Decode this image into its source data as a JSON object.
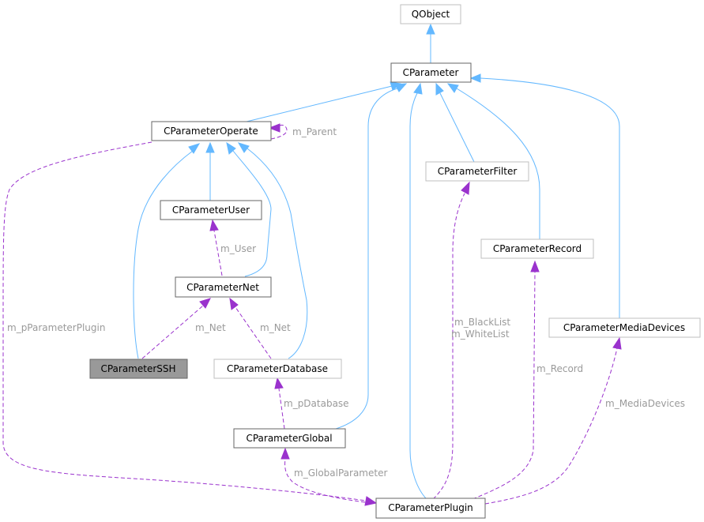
{
  "colors": {
    "inheritance_edge": "#63b8ff",
    "usage_edge": "#9a32cd",
    "label_text": "#9a9a9a",
    "node_border_documented": "#666666",
    "node_border_external": "#bfbfbf",
    "highlighted_node_fill": "#999999"
  },
  "nodes": {
    "qobject": "QObject",
    "cparameter": "CParameter",
    "cparameter_operate": "CParameterOperate",
    "cparameter_user": "CParameterUser",
    "cparameter_net": "CParameterNet",
    "cparameter_ssh": "CParameterSSH",
    "cparameter_database": "CParameterDatabase",
    "cparameter_global": "CParameterGlobal",
    "cparameter_plugin": "CParameterPlugin",
    "cparameter_filter": "CParameterFilter",
    "cparameter_record": "CParameterRecord",
    "cparameter_media_devices": "CParameterMediaDevices"
  },
  "labels": {
    "m_parent": "m_Parent",
    "m_user": "m_User",
    "m_net_ssh": "m_Net",
    "m_net_database": "m_Net",
    "m_pdatabase": "m_pDatabase",
    "m_global_parameter": "m_GlobalParameter",
    "m_pparameter_plugin": "m_pParameterPlugin",
    "m_blacklist": "m_BlackList",
    "m_whitelist": "m_WhiteList",
    "m_record": "m_Record",
    "m_media_devices": "m_MediaDevices"
  }
}
